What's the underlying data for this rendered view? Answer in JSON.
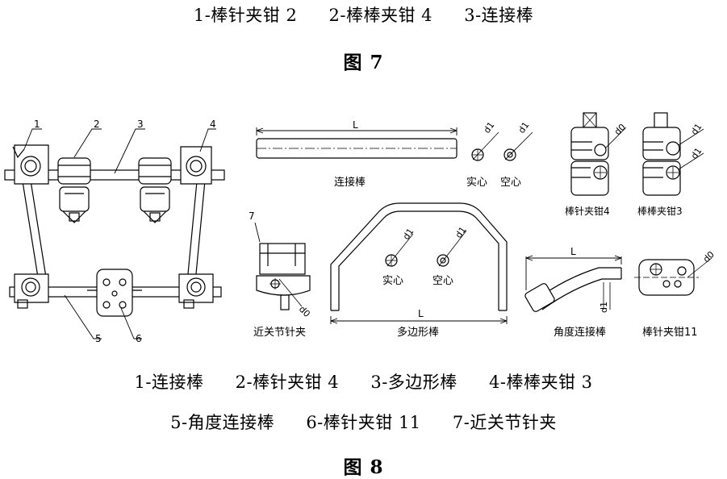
{
  "fig7": {
    "legend": [
      "1-棒针夹钳 2",
      "2-棒棒夹钳 4",
      "3-连接棒"
    ],
    "title": "图 7",
    "callouts": [
      "1",
      "2",
      "3",
      "4",
      "5",
      "6"
    ]
  },
  "fig8": {
    "legend_row1": [
      "1-连接棒",
      "2-棒针夹钳 4",
      "3-多边形棒",
      "4-棒棒夹钳 3"
    ],
    "legend_row2": [
      "5-角度连接棒",
      "6-棒针夹钳 11",
      "7-近关节针夹"
    ],
    "title": "图 8",
    "parts": {
      "straight_rod": "连接棒",
      "solid": "实心",
      "hollow": "空心",
      "rod_pin_clamp_4": "棒针夹钳4",
      "rod_rod_clamp_3": "棒棒夹钳3",
      "near_joint_clamp": "近关节针夹",
      "polygon_rod": "多边形棒",
      "angle_rod": "角度连接棒",
      "rod_pin_clamp_11": "棒针夹钳11",
      "callout_7": "7"
    },
    "dims": {
      "length": "L",
      "d1": "d1",
      "d0": "d0"
    }
  }
}
